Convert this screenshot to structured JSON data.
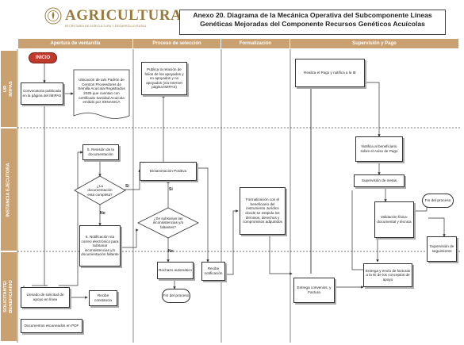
{
  "header": {
    "logo_text": "AGRICULTURA",
    "logo_sub": "SECRETARÍA DE AGRICULTURA Y DESARROLLO RURAL",
    "title": "Anexo 20. Diagrama de la Mecánica Operativa del  Subcomponente Líneas Genéticas Mejoradas del Componente Recursos Genéticos Acuícolas"
  },
  "lanes": [
    "Apertura de ventanilla",
    "Proceso de selección",
    "Formalización",
    "Supervisión y Pago"
  ],
  "roles": [
    "UR\nIMIPAS",
    "INSTANCIA EJECUTORA",
    "SOLICITANTE/\nBENEFICIARIO"
  ],
  "nodes": {
    "inicio": "INICIO",
    "convocatoria": "Convocatoria publicada en la página del IMIPAS",
    "ubicacion": "Ubicación de Ia/s Padrón de Centros Proveedores de Semilla Acuícola Registrados 2025 que cuentan con certificado Sanidad Acuícola emitido  por SENASICA",
    "revision": "5. Revisión de la documentación",
    "completa": "¿La documentación está completa?",
    "notificacion": "6. Notificación  vía correo electrónico para subsanar inconsistencias y/o documentación faltante",
    "publica": "Publica la relación de folios de los apoyados y no apoyados y no apoyados (vía Internet página IMIPAS)",
    "dictaminacion": "Dictaminación Positiva",
    "subsanan": "¿Se subsanan las inconsistencias y/o faltantes?",
    "rechazo": "Rechazo automático",
    "fin1": "Fin del proceso",
    "formalizacion": "Formalización  con el beneficiario del instrumento Jurídico  donde se estipula los términos, derechos y compromisos adquiridos",
    "recibe": "Recibe notificación",
    "realiza_pago": "Realiza el Pago y notifica a la IE",
    "notifica": "Notifica al beneficiario sobre el Aviso de Pago",
    "supervision": "Supervisión de metas",
    "validacion": "Validación física- documental y técnica",
    "fin2": "Fin del proceso",
    "seguimiento": "Supervisión de seguimiento",
    "entrega_pago": "Entrega y envío de facturas a la IE de los conceptos de apoyo",
    "solicitud": "Llenado de solicitud de apoyo en línea",
    "constancia": "Recibe constancia",
    "docs": "Documentos  escaneados en PDF",
    "entrega_conv": "Entrega convenios, y Factura"
  },
  "labels": {
    "si1": "Sí",
    "no1": "No",
    "si2": "Sí",
    "no2": "No"
  }
}
